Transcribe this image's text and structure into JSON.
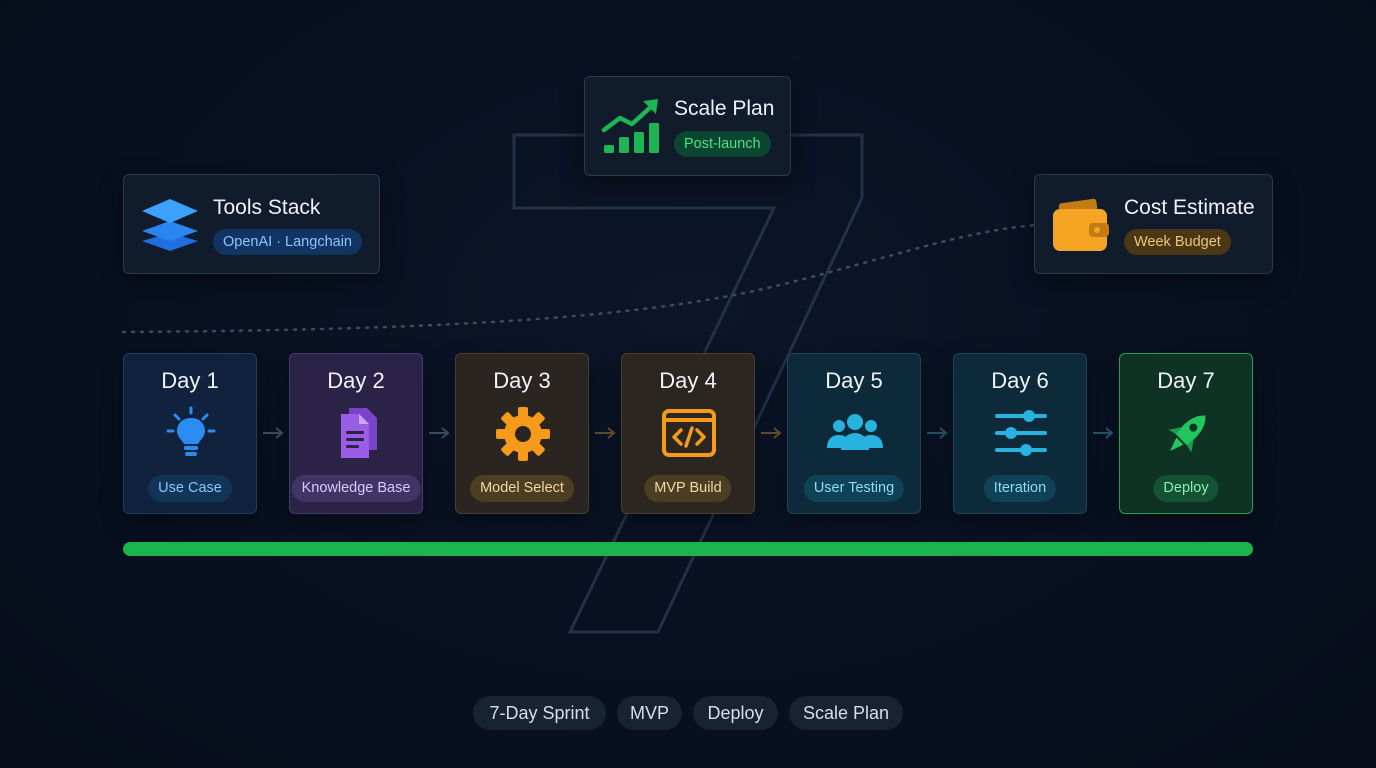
{
  "colors": {
    "background": "#081021",
    "accent_green": "#1bb34e",
    "blue": "#2a8cf0",
    "purple": "#9b5de5",
    "orange": "#f5a523",
    "cyan": "#27b2e0",
    "green": "#23c55e"
  },
  "scale_plan": {
    "title": "Scale Plan",
    "tag": "Post-launch",
    "icon": "chart-growth-icon"
  },
  "tools_stack": {
    "title": "Tools Stack",
    "tag": "OpenAI · Langchain",
    "icon": "layers-icon"
  },
  "cost_estimate": {
    "title": "Cost Estimate",
    "tag": "Week Budget",
    "icon": "wallet-icon"
  },
  "days": [
    {
      "title": "Day 1",
      "label": "Use Case",
      "icon": "lightbulb-icon"
    },
    {
      "title": "Day 2",
      "label": "Knowledge Base",
      "icon": "documents-icon"
    },
    {
      "title": "Day 3",
      "label": "Model Select",
      "icon": "gear-icon"
    },
    {
      "title": "Day 4",
      "label": "MVP Build",
      "icon": "code-icon"
    },
    {
      "title": "Day 5",
      "label": "User Testing",
      "icon": "users-icon"
    },
    {
      "title": "Day 6",
      "label": "Iteration",
      "icon": "sliders-icon"
    },
    {
      "title": "Day 7",
      "label": "Deploy",
      "icon": "rocket-icon"
    }
  ],
  "progress": 1.0,
  "tags": [
    "7-Day Sprint",
    "MVP",
    "Deploy",
    "Scale Plan"
  ]
}
